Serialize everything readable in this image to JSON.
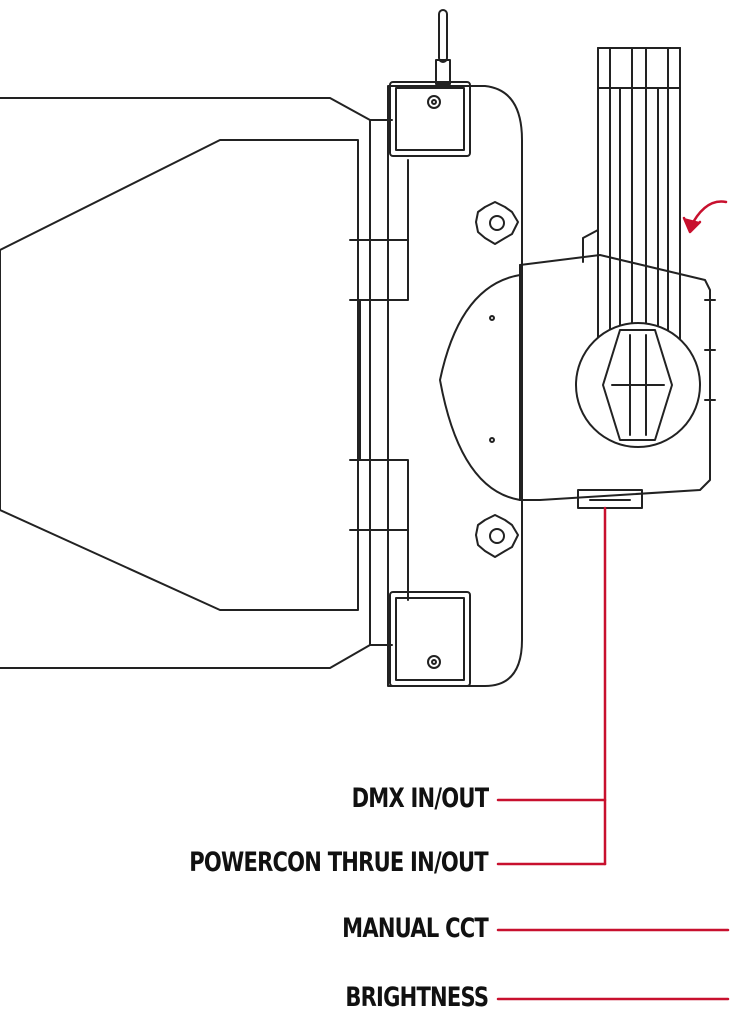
{
  "colors": {
    "line_art": "#222222",
    "callout_line": "#c8102e",
    "label_text": "#111111",
    "background": "#ffffff"
  },
  "callouts": [
    {
      "label": "DMX IN/OUT"
    },
    {
      "label": "POWERCON THRUE IN/OUT"
    },
    {
      "label": "MANUAL CCT"
    },
    {
      "label": "BRIGHTNESS"
    }
  ]
}
